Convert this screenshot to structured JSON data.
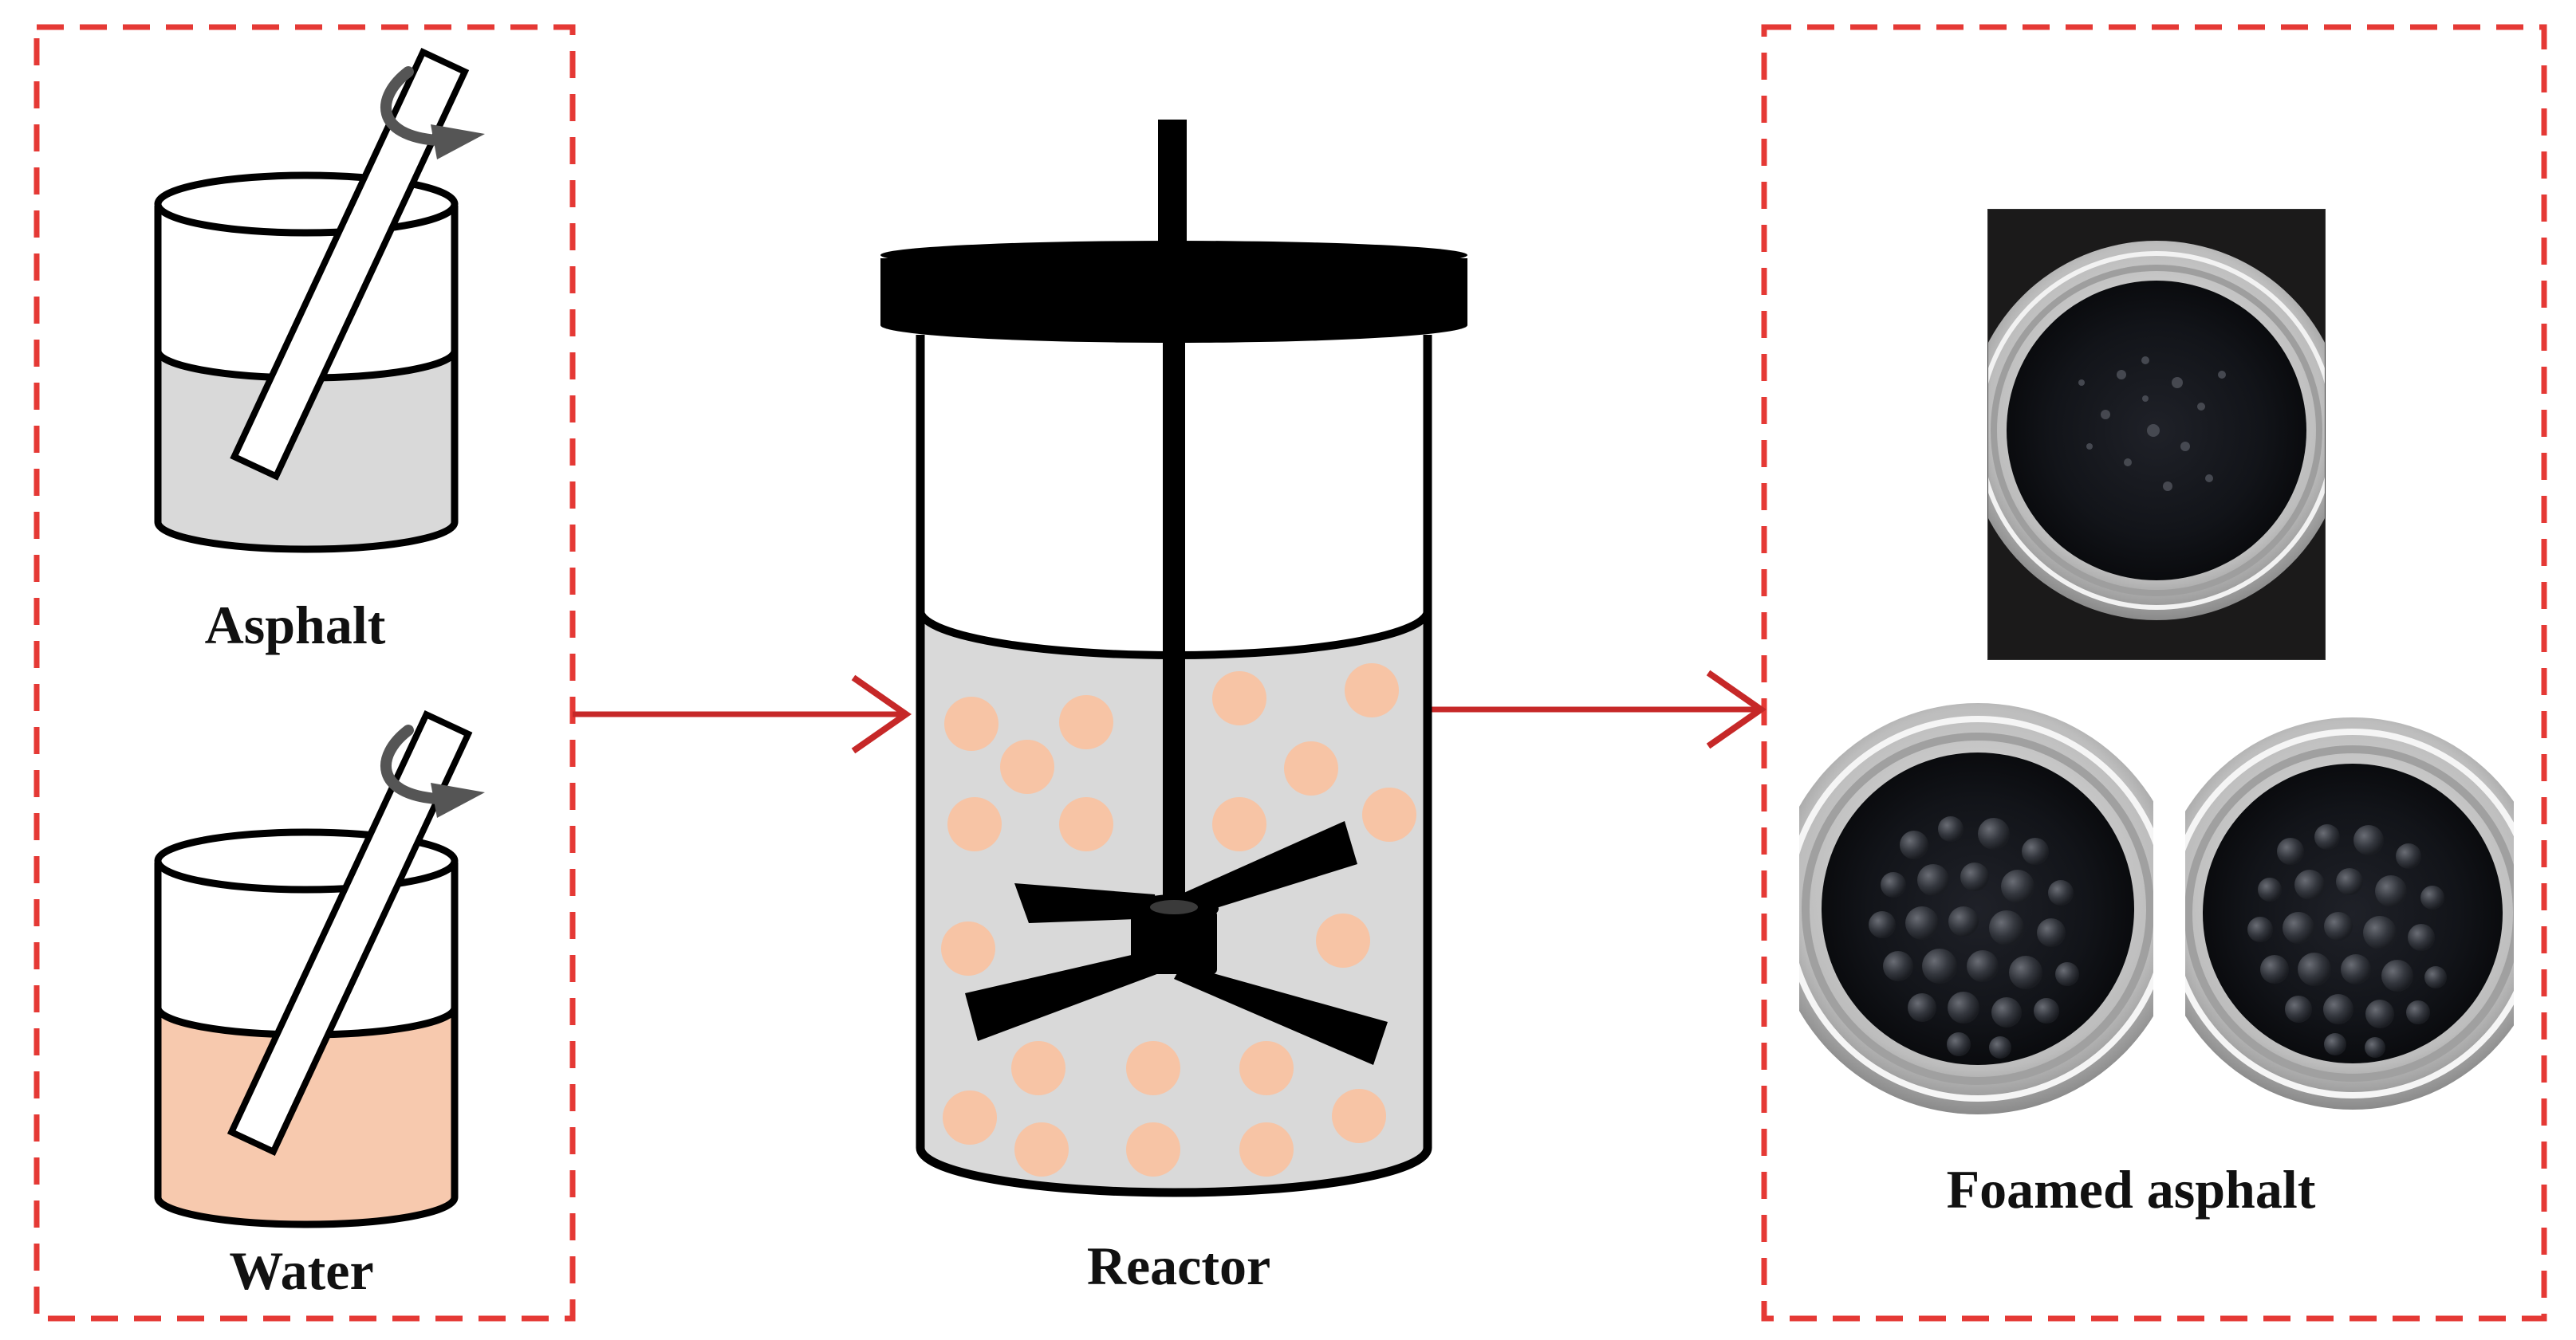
{
  "labels": {
    "asphalt": "Asphalt",
    "water": "Water",
    "reactor": "Reactor",
    "foamed_asphalt": "Foamed asphalt"
  },
  "colors": {
    "dashed_border": "#e53935",
    "arrow": "#c62828",
    "asphalt_liquid": "#d9d9d9",
    "water_liquid": "#f7c9ae",
    "droplets": "#f7c4a5",
    "reactor_fill": "#d9d9d9",
    "outline": "#000000",
    "rotation_arrow": "#555555",
    "photo_dark": "#15171c"
  },
  "icons": {
    "stir_rotation": "rotation-arrow-icon",
    "flow": "right-arrow-icon"
  }
}
